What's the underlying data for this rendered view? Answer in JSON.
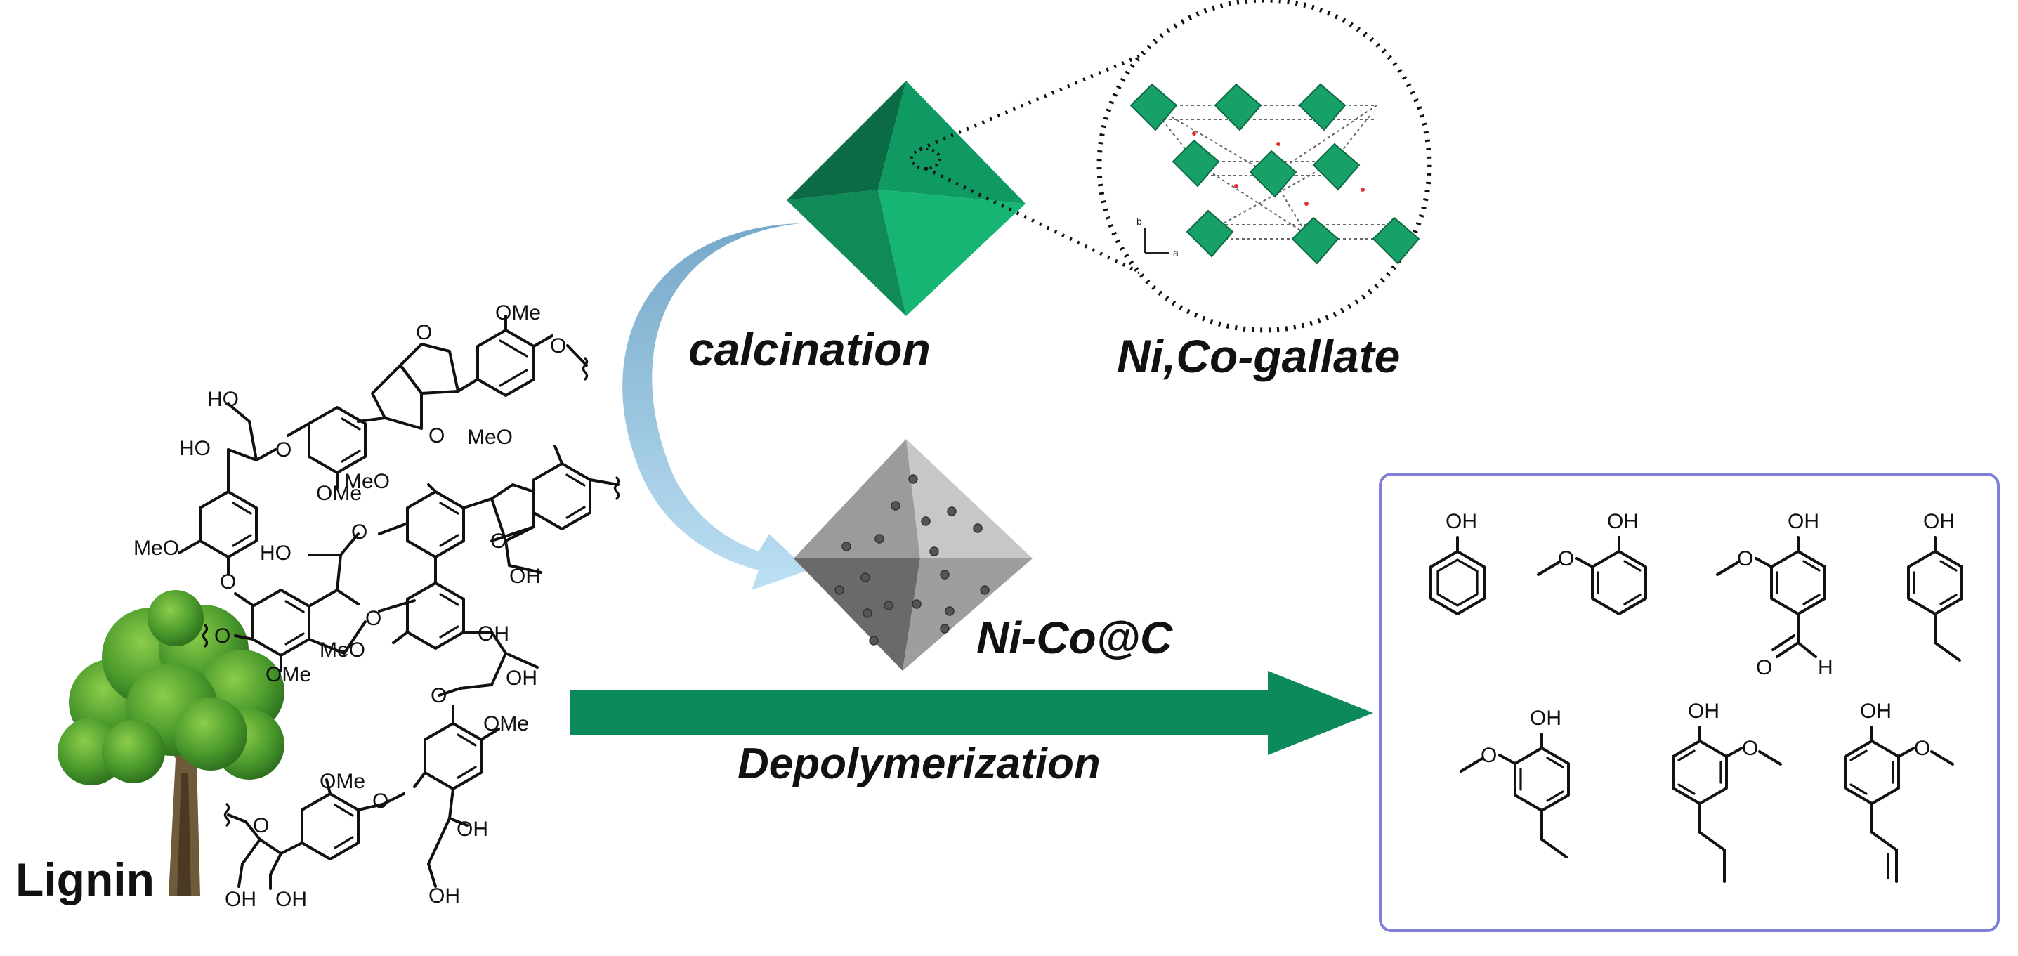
{
  "labels": {
    "calcination": "calcination",
    "ni_co_gallate": "Ni,Co-gallate",
    "ni_co_c": "Ni-Co@C",
    "depolymerization": "Depolymerization",
    "lignin": "Lignin"
  },
  "lignin_groups": {
    "ho_1": "HO",
    "ho_2": "HO",
    "ome_1": "OMe",
    "ome_2": "OMe",
    "meo_1": "MeO",
    "meo_2": "MeO",
    "meo_3": "MeO",
    "ho_3": "HO",
    "oh_1": "OH",
    "oh_2": "OH",
    "ome_3": "OMe",
    "meo_4": "MeO",
    "ome_4": "OMe",
    "oh_3": "OH",
    "oh_4": "OH",
    "ome_5": "OMe",
    "oh_5": "OH",
    "oh_6": "OH",
    "o_1": "O",
    "o_2": "O",
    "o_3": "O",
    "o_4": "O",
    "o_5": "O",
    "o_6": "O",
    "o_7": "O",
    "o_8": "O",
    "o_9": "O",
    "o_10": "O",
    "o_11": "O",
    "o_12": "O"
  },
  "products": {
    "oh": "OH",
    "o": "O",
    "h": "H"
  },
  "crystal_axes": {
    "b": "b",
    "a": "a"
  },
  "colors": {
    "green_dark": "#0a7a4e",
    "green_mid": "#109a63",
    "green_light": "#18b377",
    "arrow_blue": "#86c3e8",
    "product_box_border": "#7f7fd9"
  }
}
